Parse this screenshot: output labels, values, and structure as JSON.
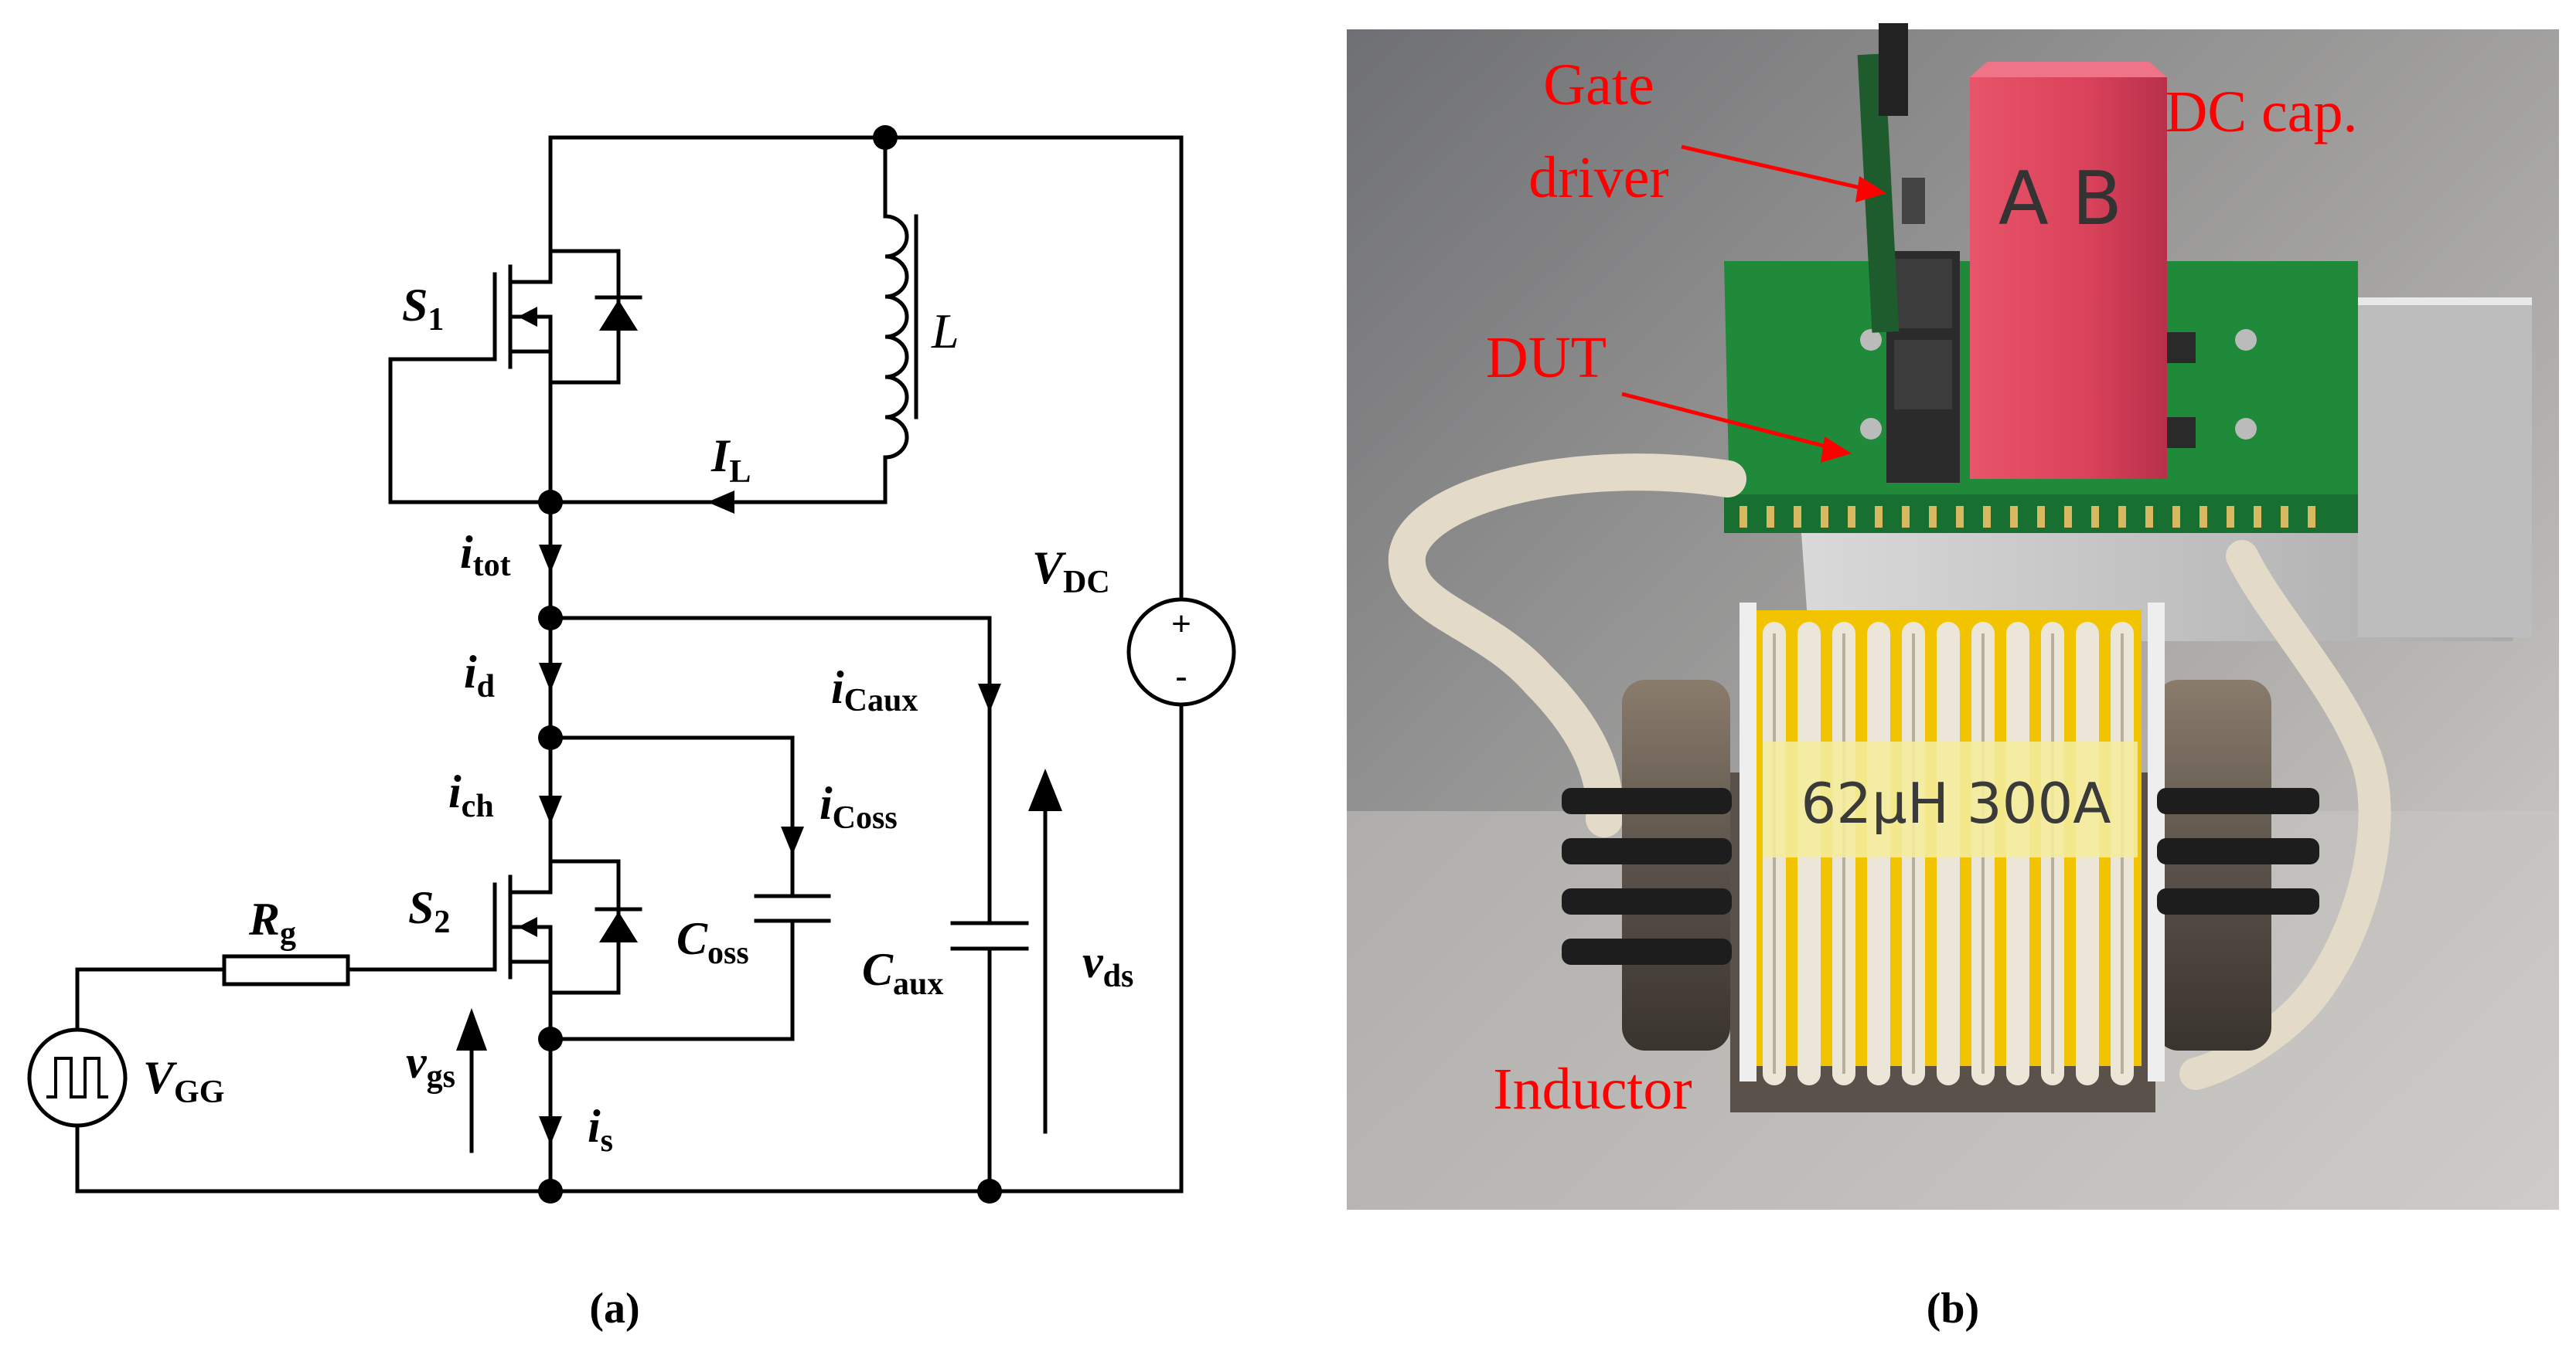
{
  "circuit": {
    "caption": "(a)",
    "labels": {
      "s1": {
        "main": "S",
        "sub": "1"
      },
      "s2": {
        "main": "S",
        "sub": "2"
      },
      "inductor": {
        "main": "L",
        "sub": ""
      },
      "il": {
        "main": "I",
        "sub": "L"
      },
      "itot": {
        "main": "i",
        "sub": "tot"
      },
      "id": {
        "main": "i",
        "sub": "d"
      },
      "ich": {
        "main": "i",
        "sub": "ch"
      },
      "icoss": {
        "main": "i",
        "sub": "Coss"
      },
      "icaux": {
        "main": "i",
        "sub": "Caux"
      },
      "coss": {
        "main": "C",
        "sub": "oss"
      },
      "caux": {
        "main": "C",
        "sub": "aux"
      },
      "vds": {
        "main": "v",
        "sub": "ds"
      },
      "vgs": {
        "main": "v",
        "sub": "gs"
      },
      "is": {
        "main": "i",
        "sub": "s"
      },
      "rg": {
        "main": "R",
        "sub": "g"
      },
      "vgg": {
        "main": "V",
        "sub": "GG"
      },
      "vdc": {
        "main": "V",
        "sub": "DC"
      },
      "plus": "+",
      "minus": "-"
    }
  },
  "photo": {
    "caption": "(b)",
    "annotations": {
      "gate_driver_line1": "Gate",
      "gate_driver_line2": "driver",
      "dc_cap": "DC cap.",
      "dut": "DUT",
      "inductor": "Inductor"
    },
    "capacitor_marking": "A B",
    "inductor_marking": "62μH 300A",
    "annotation_color": "#ff0000"
  }
}
